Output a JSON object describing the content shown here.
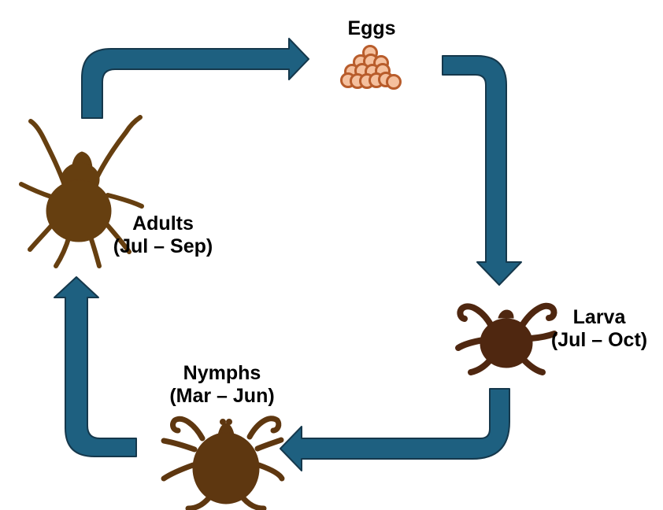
{
  "diagram": {
    "stages": {
      "eggs": {
        "label": "Eggs"
      },
      "larva": {
        "label": "Larva",
        "months": "(Jul – Oct)"
      },
      "nymphs": {
        "label": "Nymphs",
        "months": "(Mar – Jun)"
      },
      "adults": {
        "label": "Adults",
        "months": "(Jul – Sep)"
      }
    },
    "transitions": [
      {
        "from": "Adults",
        "to": "Eggs"
      },
      {
        "from": "Eggs",
        "to": "Larva"
      },
      {
        "from": "Larva",
        "to": "Nymphs"
      },
      {
        "from": "Nymphs",
        "to": "Adults"
      }
    ],
    "icons": {
      "eggs": "egg-cluster-icon",
      "larva": "larva-tick-icon",
      "nymphs": "nymph-tick-icon",
      "adults": "adult-tick-icon"
    }
  },
  "colors": {
    "background": "#ffffff",
    "arrow_fill": "#1E6080",
    "arrow_stroke": "#15384C",
    "egg_fill": "#F5C09E",
    "egg_stroke": "#B85C2B",
    "adult_tick": "#663F10",
    "larva_tick": "#4F2710",
    "nymph_tick": "#5E3710",
    "text": "#000000"
  }
}
